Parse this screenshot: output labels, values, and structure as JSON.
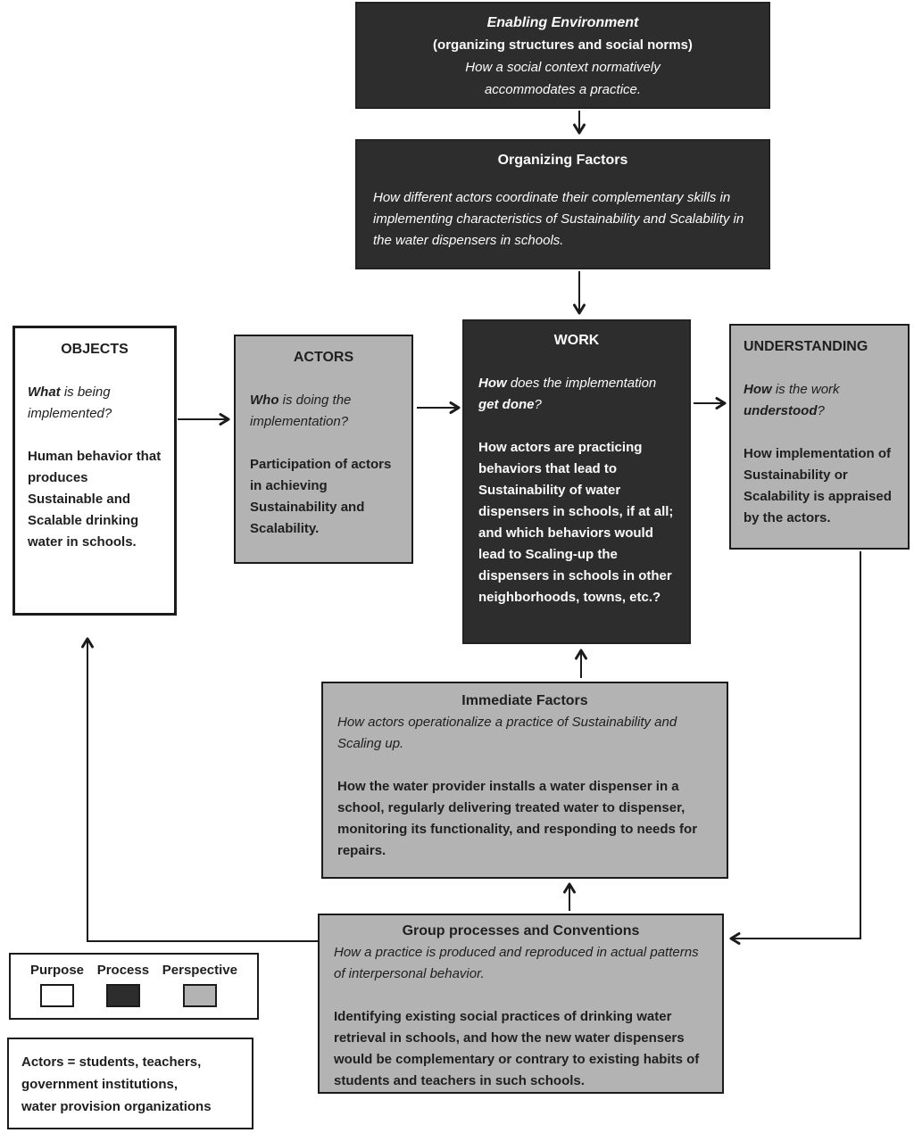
{
  "colors": {
    "purpose_fill": "#ffffff",
    "process_fill": "#2d2d2d",
    "perspective_fill": "#b3b3b3",
    "line": "#1b1b1b"
  },
  "boxes": {
    "enabling": {
      "title": "Enabling Environment",
      "subtitle": "(organizing structures and social norms)",
      "body_lines": [
        "How a social context normatively",
        "accommodates a practice."
      ]
    },
    "organizing": {
      "title": "Organizing Factors",
      "body": "How different actors coordinate their complementary skills in implementing characteristics of Sustainability and Scalability in the water dispensers in schools."
    },
    "objects": {
      "title": "OBJECTS",
      "question_bold": "What",
      "question_rest": " is being implemented?",
      "body": "Human behavior that produces Sustainable and Scalable drinking water in schools."
    },
    "actors": {
      "title": "ACTORS",
      "question_bold": "Who",
      "question_rest": " is doing the implementation?",
      "body": "Participation of actors in achieving Sustainability and Scalability."
    },
    "work": {
      "title": "WORK",
      "q1": "How",
      "q2": " does the implementation ",
      "q3": "get done",
      "q4": "?",
      "body": "How actors are practicing behaviors that lead to Sustainability of water dispensers in schools, if at all; and which behaviors would lead to Scaling-up the dispensers in schools in other neighborhoods, towns, etc.?"
    },
    "understanding": {
      "title": "UNDERSTANDING",
      "q1": "How",
      "q2": " is the work ",
      "q3": "understood",
      "q4": "?",
      "body": "How implementation of Sustainability or Scalability is appraised by the actors."
    },
    "immediate": {
      "title": "Immediate Factors",
      "lead": "How actors operationalize a practice of Sustainability and Scaling up.",
      "body": "How the water provider installs a water dispenser in a school, regularly delivering treated water to dispenser, monitoring its functionality, and responding to needs for repairs."
    },
    "group": {
      "title": "Group processes and Conventions",
      "lead": "How a practice is produced and reproduced in actual patterns of interpersonal behavior.",
      "body": "Identifying existing social practices of drinking water retrieval in schools, and how the new water dispensers would be complementary or contrary to existing habits of students and teachers in such schools."
    }
  },
  "legend": {
    "items": [
      {
        "label": "Purpose",
        "color": "#ffffff"
      },
      {
        "label": "Process",
        "color": "#2d2d2d"
      },
      {
        "label": "Perspective",
        "color": "#b3b3b3"
      }
    ]
  },
  "note": {
    "lines": [
      "Actors  = students, teachers,",
      "government institutions,",
      "water provision organizations"
    ]
  }
}
